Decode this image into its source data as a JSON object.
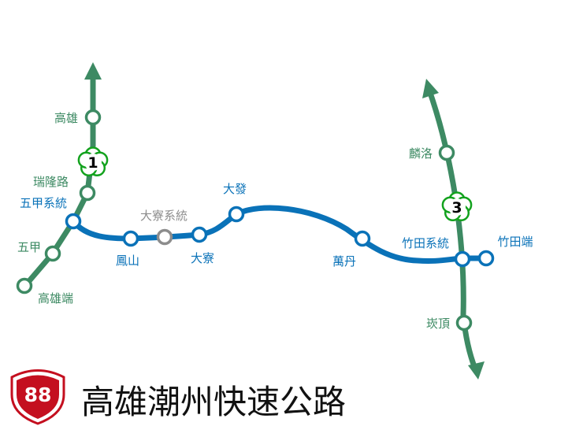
{
  "colors": {
    "route88": "#0a72b8",
    "freeway": "#3d8a63",
    "shield": "#c40f1f",
    "gray": "#8c8c8c",
    "marker_fill": "#ffffff",
    "plum_stroke": "#13a21e"
  },
  "title": "高雄潮州快速公路",
  "shield_number": "88",
  "freeway_numbers": {
    "f1": "1",
    "f3": "3"
  },
  "stations": {
    "kaohsiung": "高雄",
    "ruilong_rd": "瑞隆路",
    "wujia_jct": "五甲系統",
    "wujia": "五甲",
    "kaohsiung_end": "高雄端",
    "fengshan": "鳳山",
    "daliao_jct": "大寮系統",
    "daliao": "大寮",
    "dafa": "大發",
    "wandan": "萬丹",
    "zhutian_jct": "竹田系統",
    "zhutian_end": "竹田端",
    "linluo": "麟洛",
    "kanding": "崁頂"
  }
}
